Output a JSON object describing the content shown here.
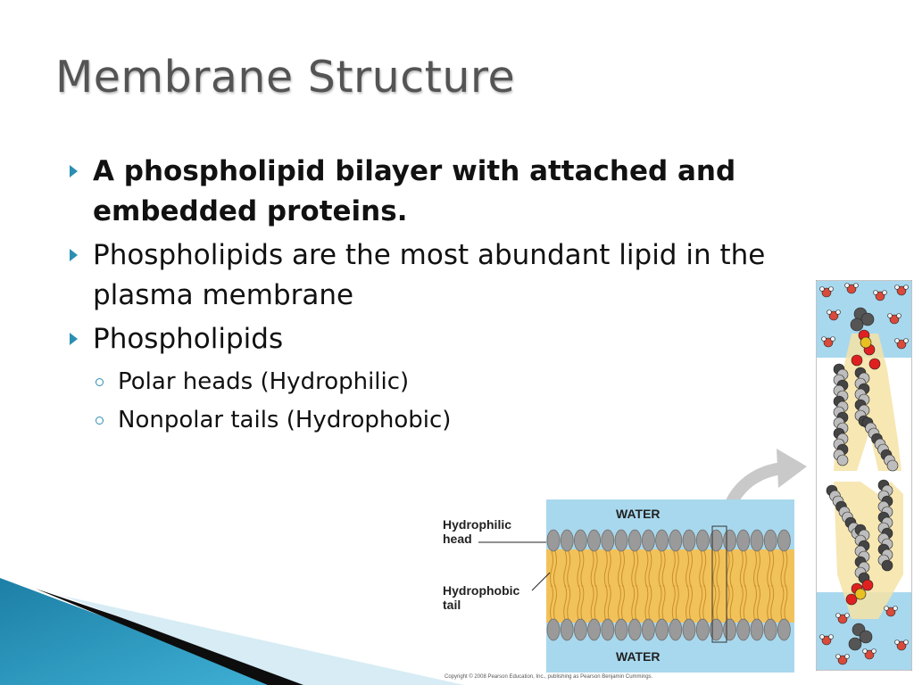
{
  "slide": {
    "title": "Membrane Structure",
    "bullets": [
      {
        "text": "A phospholipid bilayer with attached and embedded proteins.",
        "bold": true
      },
      {
        "text": "Phospholipids are the most abundant lipid in the plasma membrane"
      },
      {
        "text": "Phospholipids"
      }
    ],
    "sub_bullets": [
      "Polar heads (Hydrophilic)",
      "Nonpolar tails (Hydrophobic)"
    ]
  },
  "figure": {
    "water_top": "WATER",
    "water_bottom": "WATER",
    "label_head": "Hydrophilic head",
    "label_tail": "Hydrophobic tail",
    "copyright": "Copyright © 2008 Pearson Education, Inc., publishing as Pearson Benjamin Cummings."
  },
  "colors": {
    "accent": "#2b8fb3",
    "title": "#545454",
    "water": "#a8d8ee",
    "tail": "#f2c25a",
    "head": "#9a9a9a"
  }
}
